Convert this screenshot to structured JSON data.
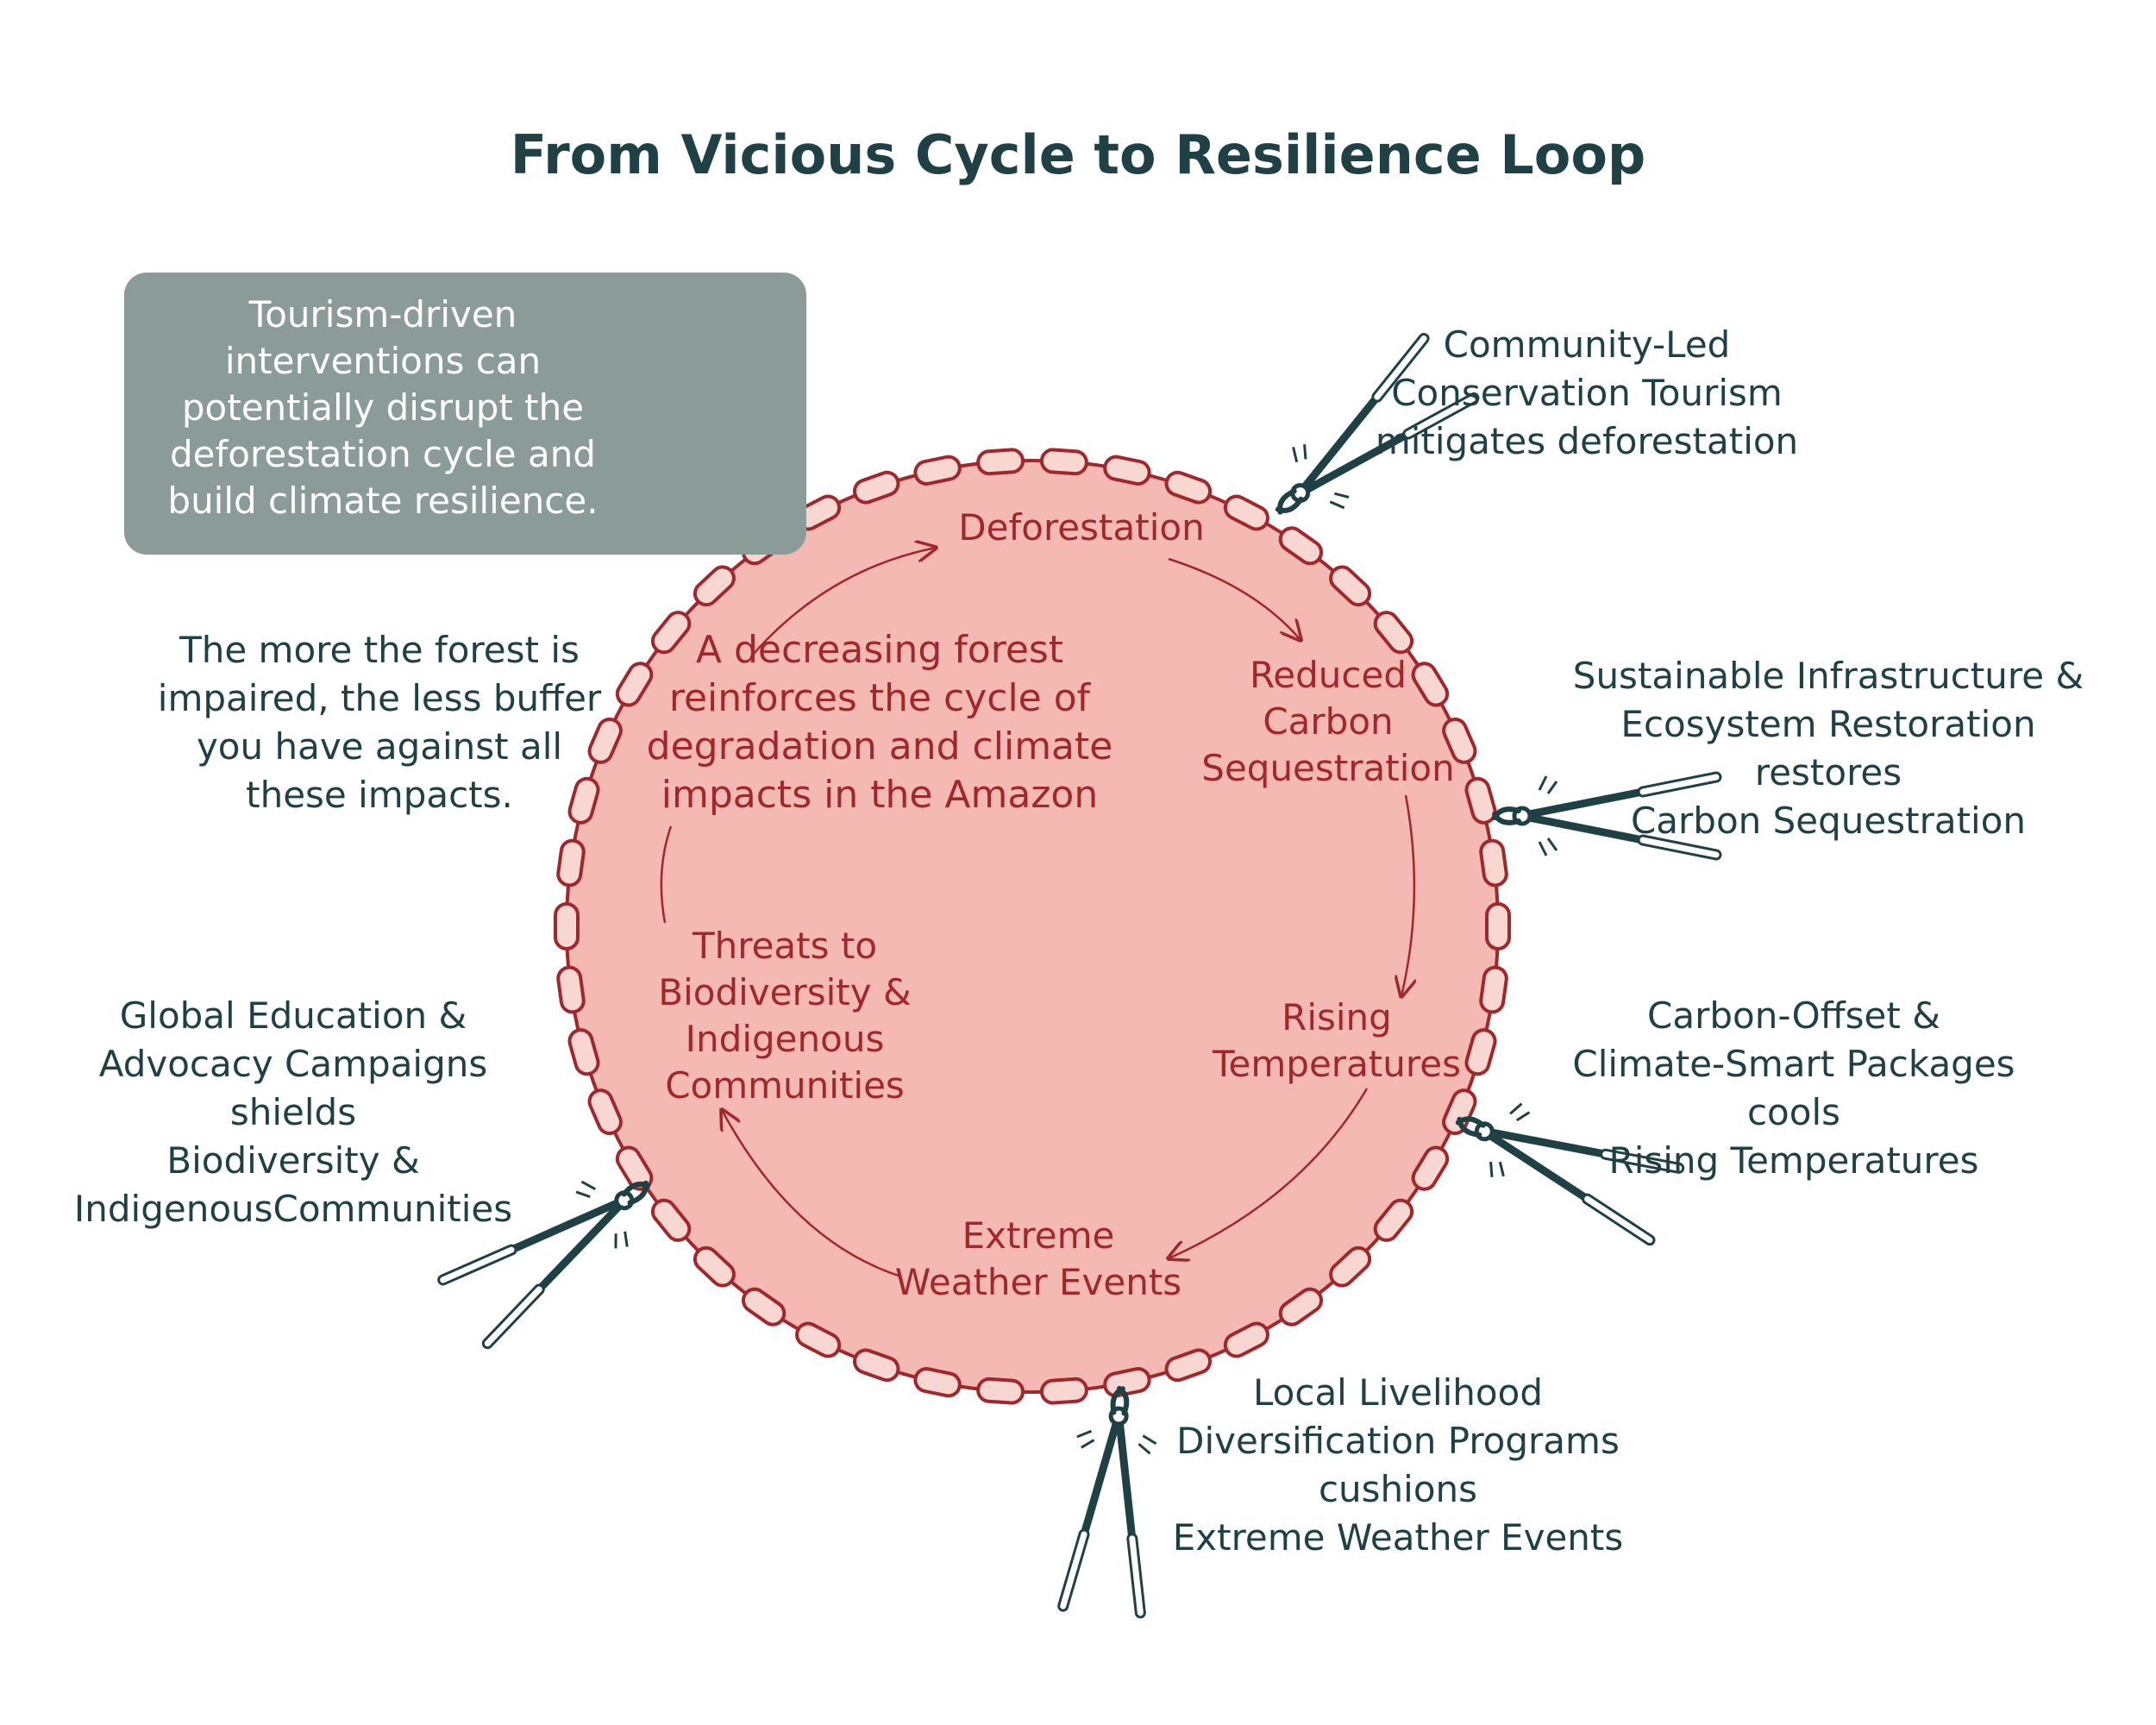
{
  "title": "From Vicious Cycle to Resilience Loop",
  "callout": "Tourism-driven interventions can potentially disrupt the deforestation cycle and build climate resilience.",
  "side_note": [
    "The more the forest is",
    "impaired, the less buffer",
    "you have against all",
    "these impacts."
  ],
  "center_text": [
    "A decreasing forest",
    "reinforces the cycle of",
    "degradation and climate",
    "impacts in the Amazon"
  ],
  "cycle_stages": [
    {
      "label": [
        "Deforestation"
      ]
    },
    {
      "label": [
        "Reduced",
        "Carbon",
        "Sequestration"
      ]
    },
    {
      "label": [
        "Rising",
        "Temperatures"
      ]
    },
    {
      "label": [
        "Extreme",
        "Weather Events"
      ]
    },
    {
      "label": [
        "Threats to",
        "Biodiversity &",
        "Indigenous",
        "Communities"
      ]
    }
  ],
  "interventions": [
    {
      "lines": [
        "Community-Led",
        "Conservation Tourism",
        "mitigates deforestation"
      ]
    },
    {
      "lines": [
        "Sustainable Infrastructure &",
        "Ecosystem Restoration",
        "restores",
        "Carbon Sequestration"
      ]
    },
    {
      "lines": [
        "Carbon-Offset &",
        "Climate-Smart Packages",
        "cools",
        "Rising Temperatures"
      ]
    },
    {
      "lines": [
        "Local Livelihood",
        "Diversification Programs",
        "cushions",
        "Extreme Weather Events"
      ]
    },
    {
      "lines": [
        "Global Education &",
        "Advocacy Campaigns",
        "shields",
        "Biodiversity &",
        "IndigenousCommunities"
      ]
    }
  ],
  "colors": {
    "chain": "#a0272b",
    "circle_fill": "#f4b9b2",
    "stage_text": "#a0272b",
    "note_text": "#1f4045",
    "callout_fill": "#8b9b98",
    "cutter": "#1f4045",
    "cutter_grip": "#ffffff"
  }
}
